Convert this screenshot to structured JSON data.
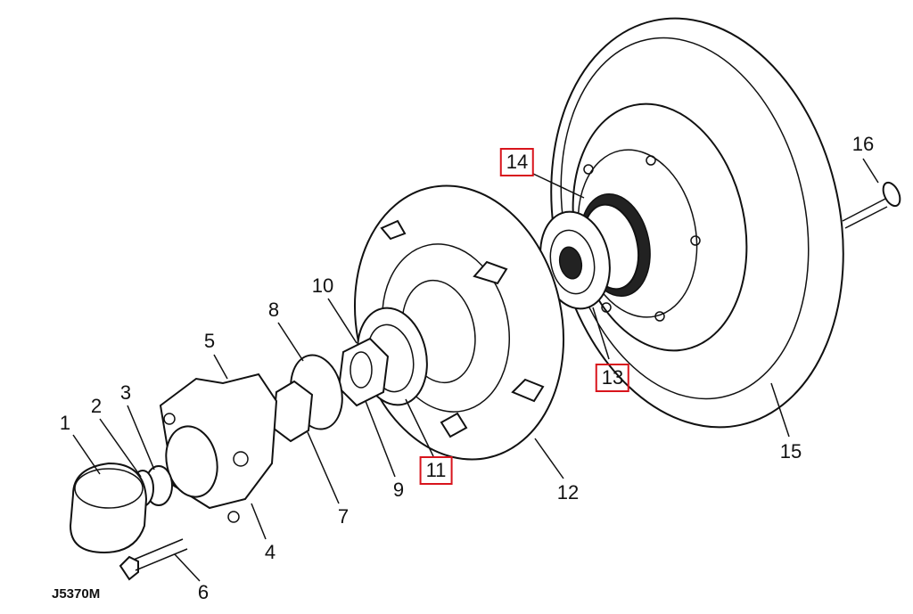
{
  "diagram_code": "J5370M",
  "highlight_color": "#d8141c",
  "labels": [
    {
      "id": "1",
      "text": "1",
      "highlighted": false
    },
    {
      "id": "2",
      "text": "2",
      "highlighted": false
    },
    {
      "id": "3",
      "text": "3",
      "highlighted": false
    },
    {
      "id": "4",
      "text": "4",
      "highlighted": false
    },
    {
      "id": "5",
      "text": "5",
      "highlighted": false
    },
    {
      "id": "6",
      "text": "6",
      "highlighted": false
    },
    {
      "id": "7",
      "text": "7",
      "highlighted": false
    },
    {
      "id": "8",
      "text": "8",
      "highlighted": false
    },
    {
      "id": "9",
      "text": "9",
      "highlighted": false
    },
    {
      "id": "10",
      "text": "10",
      "highlighted": false
    },
    {
      "id": "11",
      "text": "11",
      "highlighted": true
    },
    {
      "id": "12",
      "text": "12",
      "highlighted": false
    },
    {
      "id": "13",
      "text": "13",
      "highlighted": true
    },
    {
      "id": "14",
      "text": "14",
      "highlighted": true
    },
    {
      "id": "15",
      "text": "15",
      "highlighted": false
    },
    {
      "id": "16",
      "text": "16",
      "highlighted": false
    }
  ]
}
